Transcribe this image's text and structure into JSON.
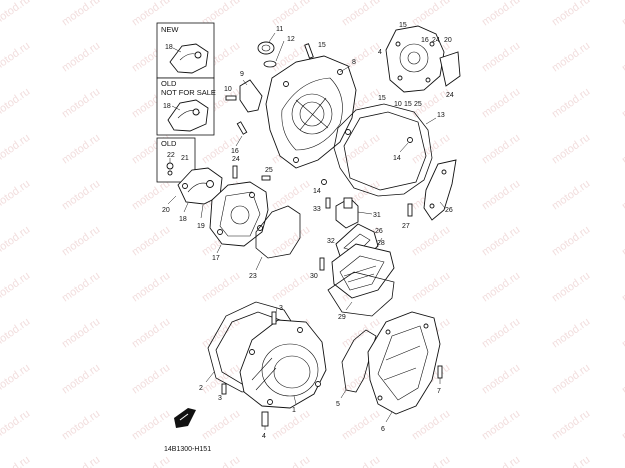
{
  "watermark_text": "motod.ru",
  "diagram_code": "14B1300-H151",
  "inset_labels": {
    "new": "NEW",
    "old_not_for_sale_line1": "OLD",
    "old_not_for_sale_line2": "NOT FOR SALE",
    "old": "OLD"
  },
  "callouts": [
    "1",
    "2",
    "3",
    "4",
    "5",
    "6",
    "7",
    "8",
    "9",
    "10",
    "11",
    "12",
    "13",
    "14",
    "15",
    "16",
    "17",
    "18",
    "19",
    "20",
    "21",
    "22",
    "23",
    "24",
    "25",
    "26",
    "27",
    "28",
    "29",
    "30",
    "31",
    "32",
    "33"
  ],
  "colors": {
    "line": "#111111",
    "watermark": "#f2dede",
    "background": "#ffffff"
  }
}
